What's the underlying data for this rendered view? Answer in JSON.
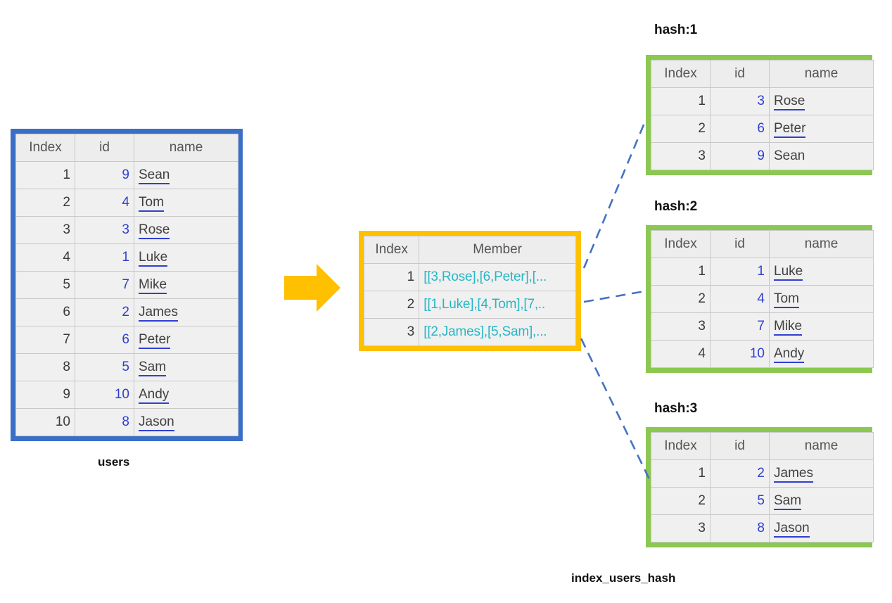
{
  "columns": {
    "index": "Index",
    "id": "id",
    "name": "name",
    "member": "Member"
  },
  "users_table": {
    "caption": "users",
    "border_color": "#3B6FC7",
    "rows": [
      {
        "index": "1",
        "id": "9",
        "name": "Sean",
        "underline": true
      },
      {
        "index": "2",
        "id": "4",
        "name": "Tom",
        "underline": true
      },
      {
        "index": "3",
        "id": "3",
        "name": "Rose",
        "underline": true
      },
      {
        "index": "4",
        "id": "1",
        "name": "Luke",
        "underline": true
      },
      {
        "index": "5",
        "id": "7",
        "name": "Mike",
        "underline": true
      },
      {
        "index": "6",
        "id": "2",
        "name": "James",
        "underline": true
      },
      {
        "index": "7",
        "id": "6",
        "name": "Peter",
        "underline": true
      },
      {
        "index": "8",
        "id": "5",
        "name": "Sam",
        "underline": true
      },
      {
        "index": "9",
        "id": "10",
        "name": "Andy",
        "underline": true
      },
      {
        "index": "10",
        "id": "8",
        "name": "Jason",
        "underline": true
      }
    ]
  },
  "index_table": {
    "caption": "index_users_hash",
    "border_color": "#FFC000",
    "rows": [
      {
        "index": "1",
        "member": "[[3,Rose],[6,Peter],[..."
      },
      {
        "index": "2",
        "member": "[[1,Luke],[4,Tom],[7,.."
      },
      {
        "index": "3",
        "member": "[[2,James],[5,Sam],..."
      }
    ]
  },
  "hash_tables": [
    {
      "label": "hash:1",
      "border_color": "#8CC751",
      "rows": [
        {
          "index": "1",
          "id": "3",
          "name": "Rose",
          "underline": true
        },
        {
          "index": "2",
          "id": "6",
          "name": "Peter",
          "underline": true
        },
        {
          "index": "3",
          "id": "9",
          "name": "Sean",
          "underline": false
        }
      ]
    },
    {
      "label": "hash:2",
      "border_color": "#8CC751",
      "rows": [
        {
          "index": "1",
          "id": "1",
          "name": "Luke",
          "underline": true
        },
        {
          "index": "2",
          "id": "4",
          "name": "Tom",
          "underline": true
        },
        {
          "index": "3",
          "id": "7",
          "name": "Mike",
          "underline": true
        },
        {
          "index": "4",
          "id": "10",
          "name": "Andy",
          "underline": true
        }
      ]
    },
    {
      "label": "hash:3",
      "border_color": "#8CC751",
      "rows": [
        {
          "index": "1",
          "id": "2",
          "name": "James",
          "underline": true
        },
        {
          "index": "2",
          "id": "5",
          "name": "Sam",
          "underline": true
        },
        {
          "index": "3",
          "id": "8",
          "name": "Jason",
          "underline": true
        }
      ]
    }
  ],
  "arrow": {
    "name": "transform-arrow",
    "color": "#FFC000"
  },
  "connectors": {
    "color": "#4472C4",
    "style": "dashed"
  }
}
